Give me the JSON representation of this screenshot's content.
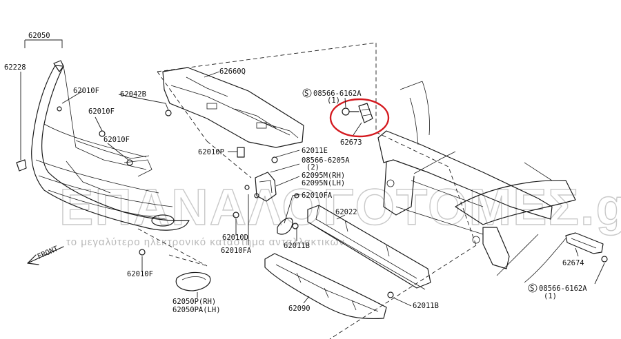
{
  "labels": {
    "p62050": "62050",
    "p62228": "62228",
    "p62010F_a": "62010F",
    "p62042B": "62042B",
    "p62660Q": "62660Q",
    "p62010F_b": "62010F",
    "p62010F_c": "62010F",
    "p62010P": "62010P",
    "p62011E": "62011E",
    "p08566_6205A": "08566-6205A",
    "p08566_6205A_qty": "(2)",
    "p62095M": "62095M(RH)",
    "p62095N": "62095N(LH)",
    "p62010FA_a": "62010FA",
    "p62010D": "62010D",
    "p62010FA_b": "62010FA",
    "p62011B_a": "62011B",
    "p62022": "62022",
    "p08566_6162A_top": "08566-6162A",
    "p08566_6162A_top_qty": "(1)",
    "p62673": "62673",
    "p62010F_d": "62010F",
    "p62050P": "62050P(RH)",
    "p62050PA": "62050PA(LH)",
    "p62090": "62090",
    "p62011B_b": "62011B",
    "p62674": "62674",
    "p08566_6162A_bot": "08566-6162A",
    "p08566_6162A_bot_qty": "(1)",
    "front": "FRONT",
    "screw_symbol": "S"
  },
  "watermark": {
    "brand": "ΕΠΑΝΑΛΟΓΟΤΟΜΕΣ.gr",
    "tagline": "το μεγαλύτερο ηλεκτρονικό κατάστημα ανταλλακτικών"
  },
  "highlight_color": "#d4191f"
}
